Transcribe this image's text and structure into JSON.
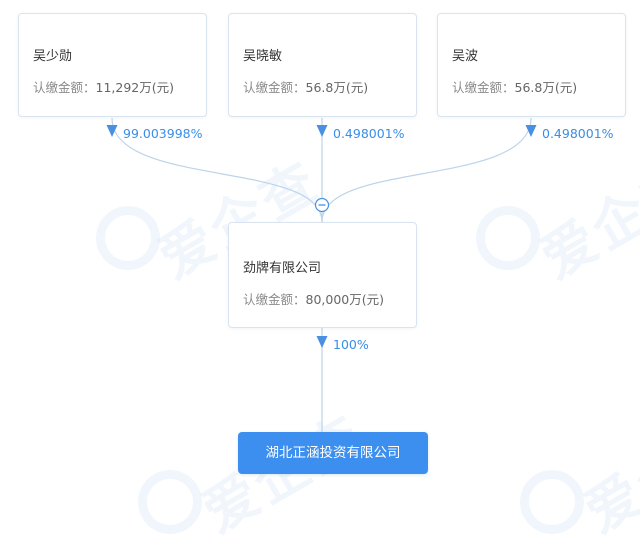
{
  "shareholders": [
    {
      "name": "吴少勋",
      "amount_label": "认缴金额：",
      "amount_value": "11,292万(元)",
      "percent": "99.003998%"
    },
    {
      "name": "吴晓敏",
      "amount_label": "认缴金额：",
      "amount_value": "56.8万(元)",
      "percent": "0.498001%"
    },
    {
      "name": "吴波",
      "amount_label": "认缴金额：",
      "amount_value": "56.8万(元)",
      "percent": "0.498001%"
    }
  ],
  "company": {
    "name": "劲牌有限公司",
    "amount_label": "认缴金额：",
    "amount_value": "80,000万(元)",
    "percent_to_child": "100%"
  },
  "subsidiary": {
    "name": "湖北正涵投资有限公司"
  },
  "collapse_toggle_icon": "minus-circle-icon",
  "watermark_text": "爱企查",
  "colors": {
    "line": "#bcd3ec",
    "arrow": "#4a90e2",
    "accent": "#3d8fef",
    "percent_text": "#3a8ee6"
  }
}
